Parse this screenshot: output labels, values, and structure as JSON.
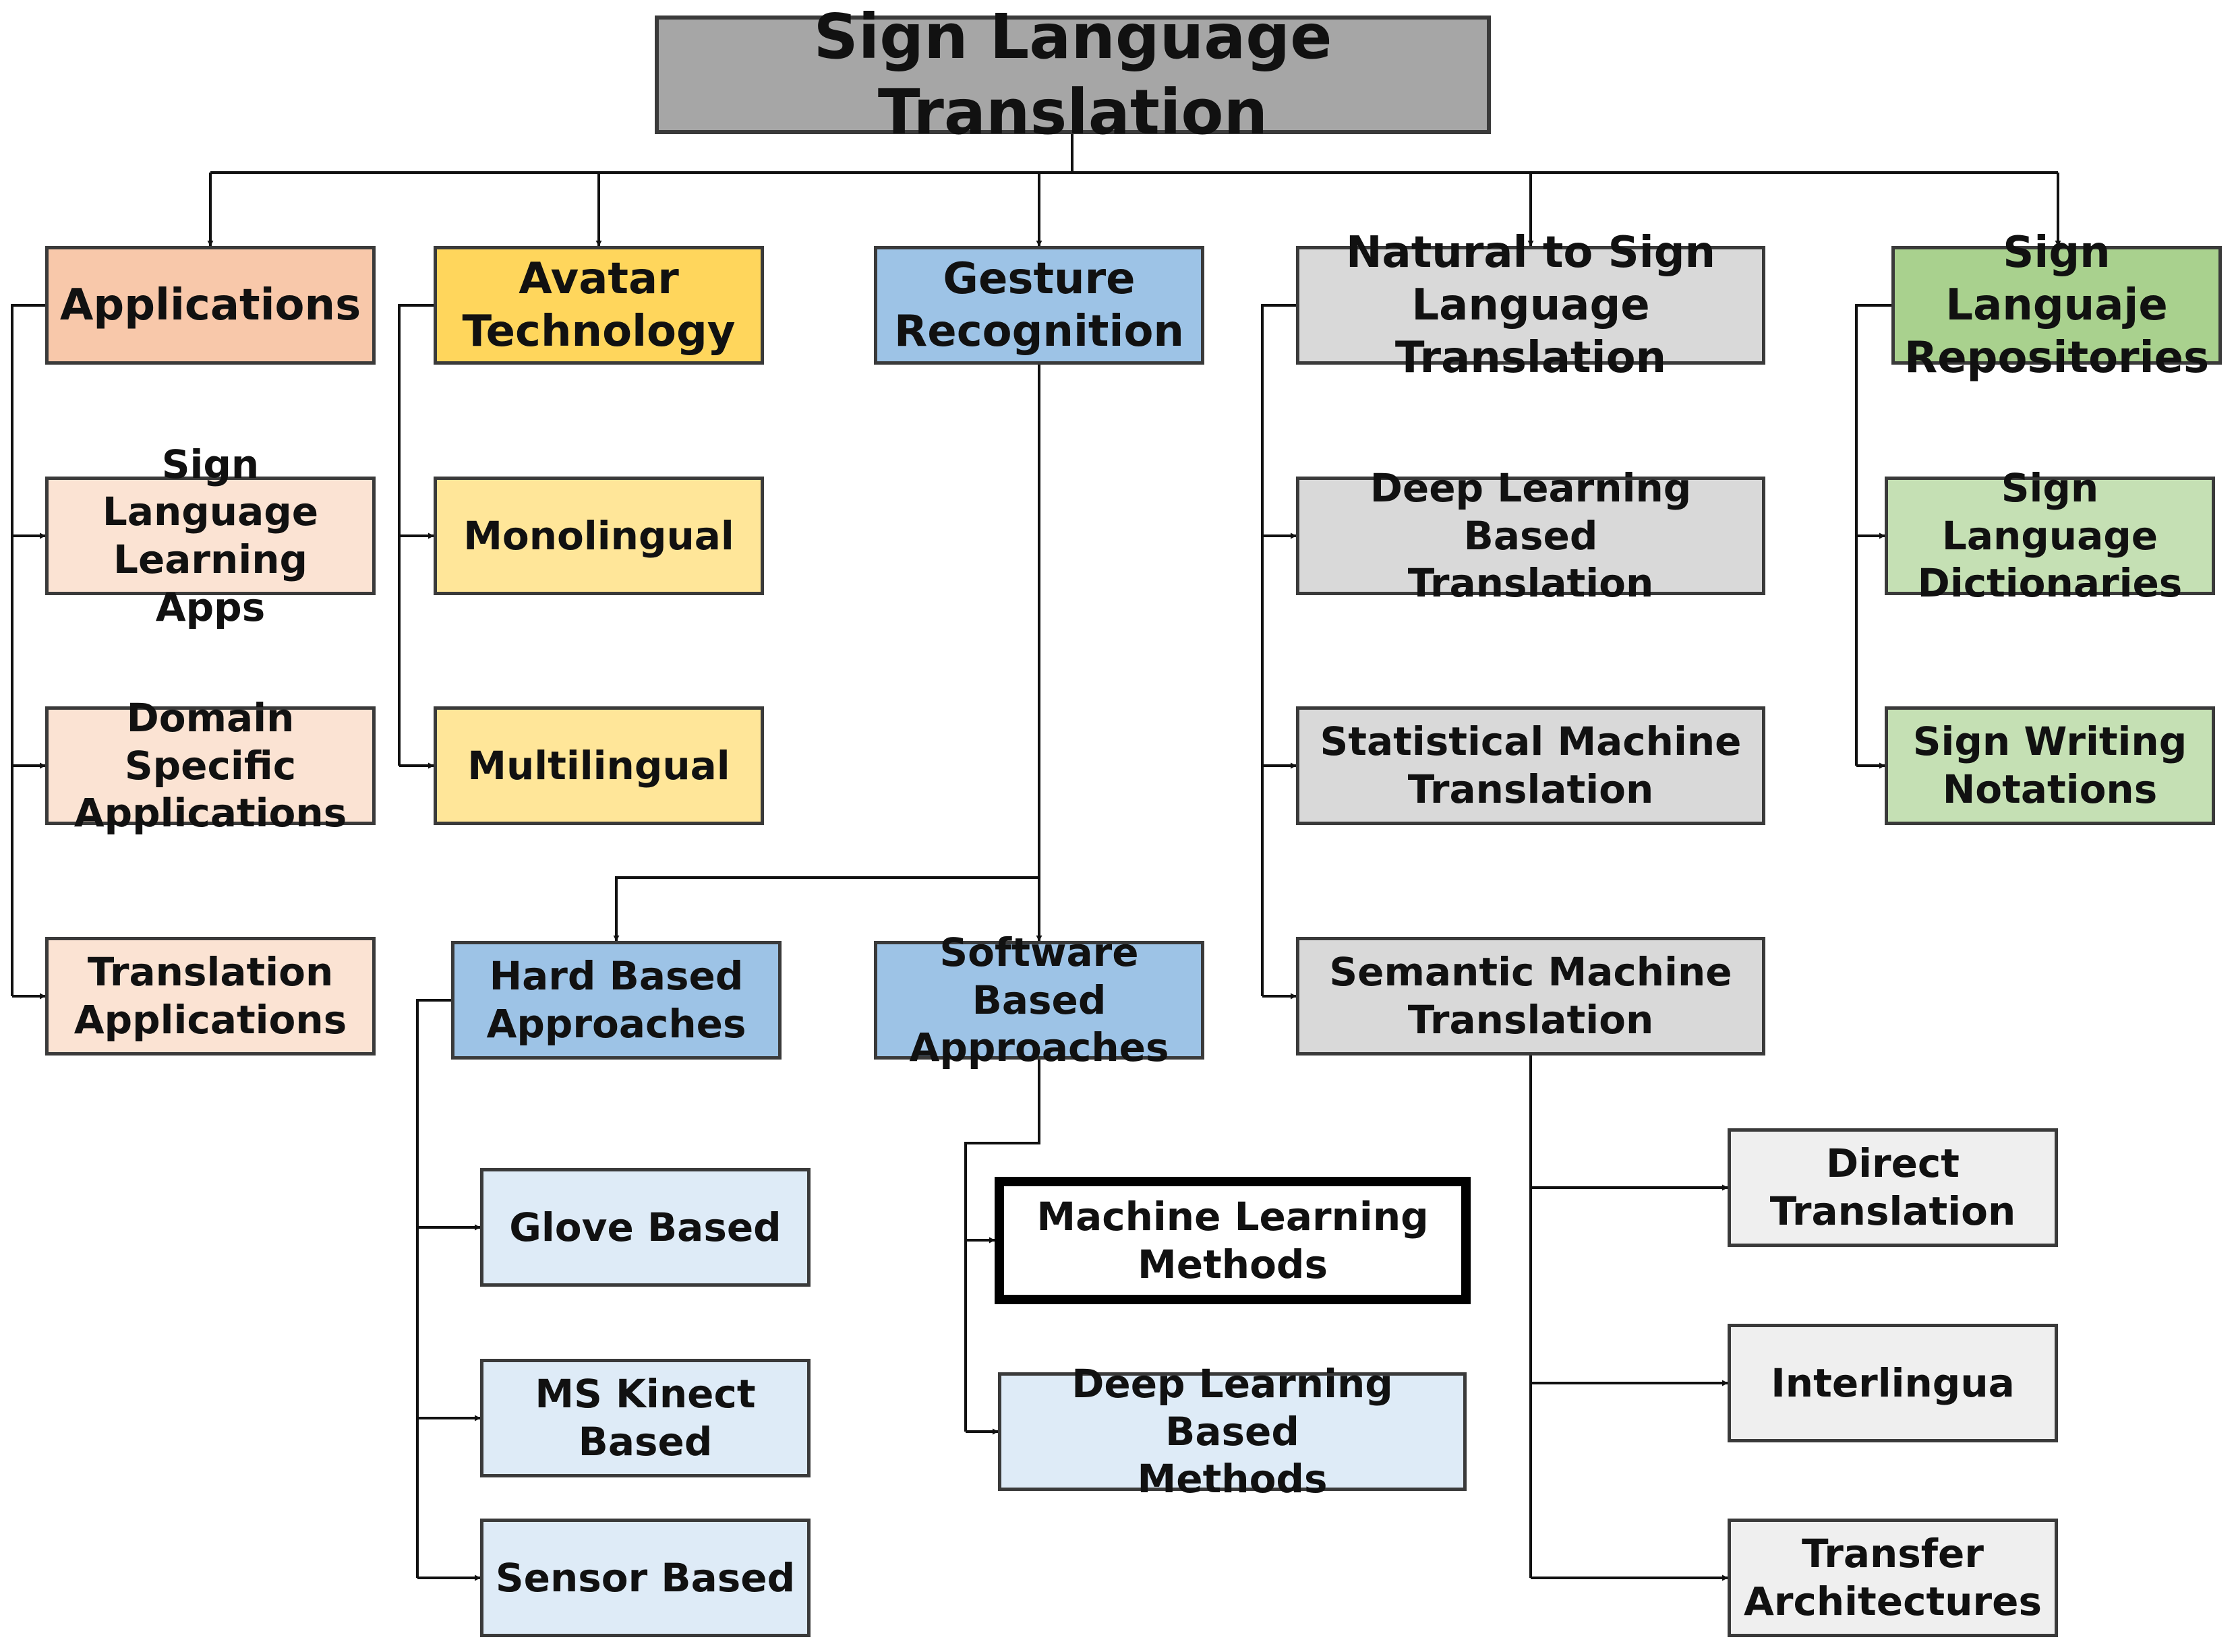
{
  "colors": {
    "line": "#111111",
    "border": "#3a3a3a",
    "root": "#a6a6a6",
    "applications": "#f8c8aa",
    "applications_light": "#fbe3d3",
    "avatar": "#ffd65c",
    "avatar_light": "#ffe699",
    "gesture": "#9dc3e6",
    "gesture_light": "#deebf7",
    "natural": "#d9d9d9",
    "natural_light": "#efefef",
    "repositories": "#a9d18e",
    "repositories_light": "#c5e0b4"
  },
  "nodes": {
    "root": "Sign Language Translation",
    "applications": "Applications",
    "sign_language_learning_apps": "Sign Language\nLearning Apps",
    "domain_specific_applications": "Domain Specific\nApplications",
    "translation_applications": "Translation\nApplications",
    "avatar_technology": "Avatar\nTechnology",
    "monolingual": "Monolingual",
    "multilingual": "Multilingual",
    "gesture_recognition": "Gesture\nRecognition",
    "hard_based_approaches": "Hard Based\nApproaches",
    "glove_based": "Glove Based",
    "ms_kinect_based": "MS Kinect\nBased",
    "sensor_based": "Sensor Based",
    "software_based_approaches": "Software Based\nApproaches",
    "machine_learning_methods": "Machine Learning\nMethods",
    "deep_learning_based_methods": "Deep Learning Based\nMethods",
    "natural_to_sign_language_translation": "Natural to Sign\nLanguage Translation",
    "deep_learning_based_translation": "Deep Learning Based\nTranslation",
    "statistical_machine_translation": "Statistical Machine\nTranslation",
    "semantic_machine_translation": "Semantic Machine\nTranslation",
    "direct_translation": "Direct\nTranslation",
    "interlingua": "Interlingua",
    "transfer_architectures": "Transfer\nArchitectures",
    "sign_language_repositories": "Sign Languaje\nRepositories",
    "sign_language_dictionaries": "Sign Language\nDictionaries",
    "sign_writing_notations": "Sign Writing\nNotations"
  }
}
